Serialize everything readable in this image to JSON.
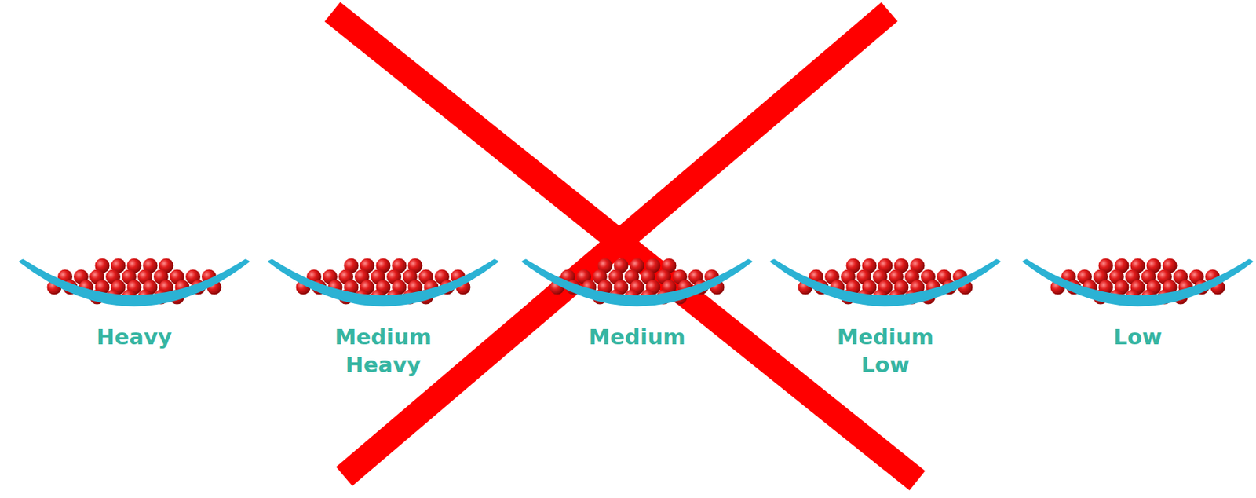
{
  "diagram": {
    "nodes": [
      {
        "text": [
          "Heavy"
        ]
      },
      {
        "text": [
          "Medium Heavy"
        ]
      },
      {
        "text": [
          "Medium"
        ]
      },
      {
        "text": [
          "Medium Low"
        ]
      },
      {
        "text": [
          "Low"
        ]
      }
    ]
  }
}
